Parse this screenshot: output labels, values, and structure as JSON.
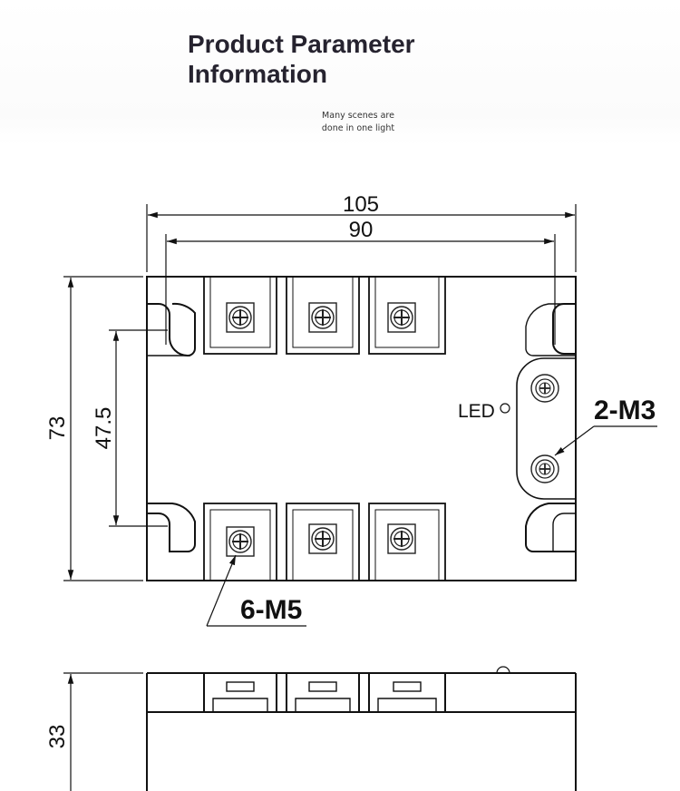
{
  "header": {
    "title": "Product Parameter\nInformation",
    "subtitle": "Many scenes are\ndone in one light"
  },
  "drawing": {
    "dim_overall_width": "105",
    "dim_mount_spacing": "90",
    "dim_overall_height": "73",
    "dim_mount_height": "47.5",
    "dim_thickness": "33",
    "led_label": "LED",
    "terminal_screws_label": "6-M5",
    "control_screws_label": "2-M3"
  }
}
